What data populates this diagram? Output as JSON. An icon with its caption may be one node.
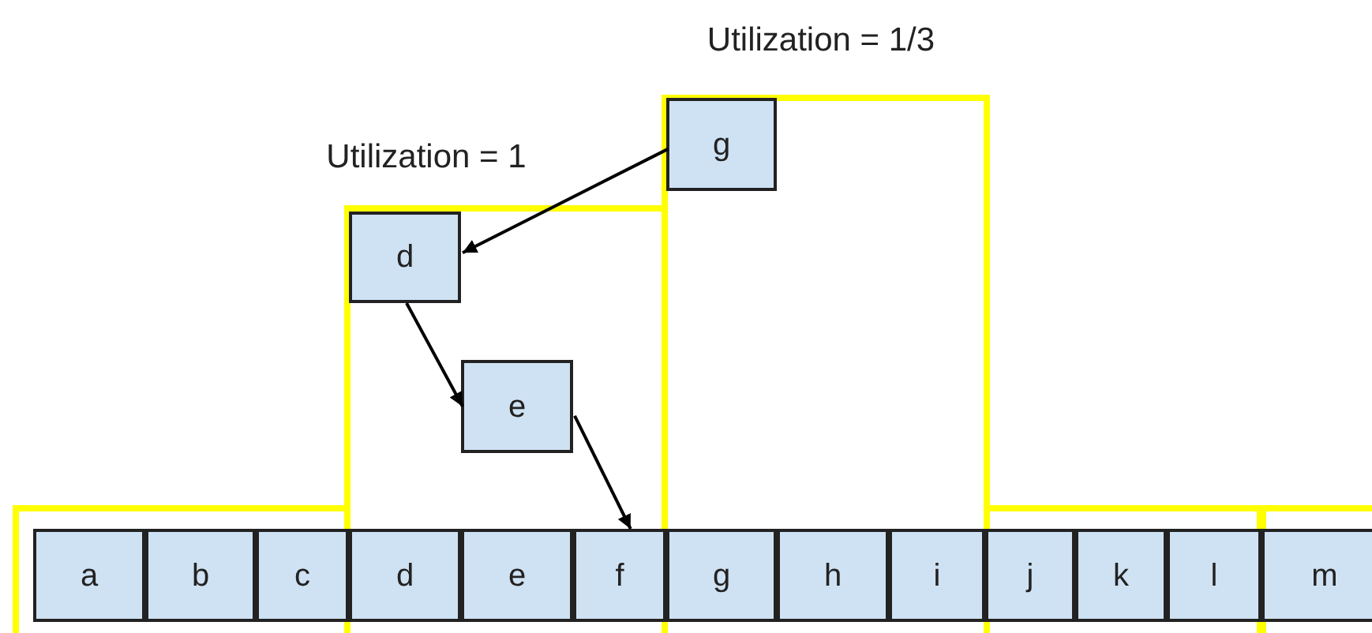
{
  "diagram": {
    "nodes": [
      {
        "text": [
          "g"
        ]
      },
      {
        "text": [
          "d"
        ]
      },
      {
        "text": [
          "e"
        ]
      },
      {
        "text": [
          "a"
        ]
      },
      {
        "text": [
          "b"
        ]
      },
      {
        "text": [
          "c"
        ]
      },
      {
        "text": [
          "d"
        ]
      },
      {
        "text": [
          "e"
        ]
      },
      {
        "text": [
          "f"
        ]
      },
      {
        "text": [
          "g"
        ]
      },
      {
        "text": [
          "h"
        ]
      },
      {
        "text": [
          "i"
        ]
      },
      {
        "text": [
          "j"
        ]
      },
      {
        "text": [
          "k"
        ]
      },
      {
        "text": [
          "l"
        ]
      },
      {
        "text": [
          "m"
        ]
      }
    ],
    "edges": [
      {
        "from": 0,
        "to": 1,
        "arrow": "to"
      },
      {
        "from": 1,
        "to": 2,
        "arrow": "to"
      },
      {
        "from": 2,
        "to": 8,
        "arrow": "to"
      }
    ],
    "labels": [
      "Utilization = 1/3",
      "Utilization = 1"
    ]
  }
}
